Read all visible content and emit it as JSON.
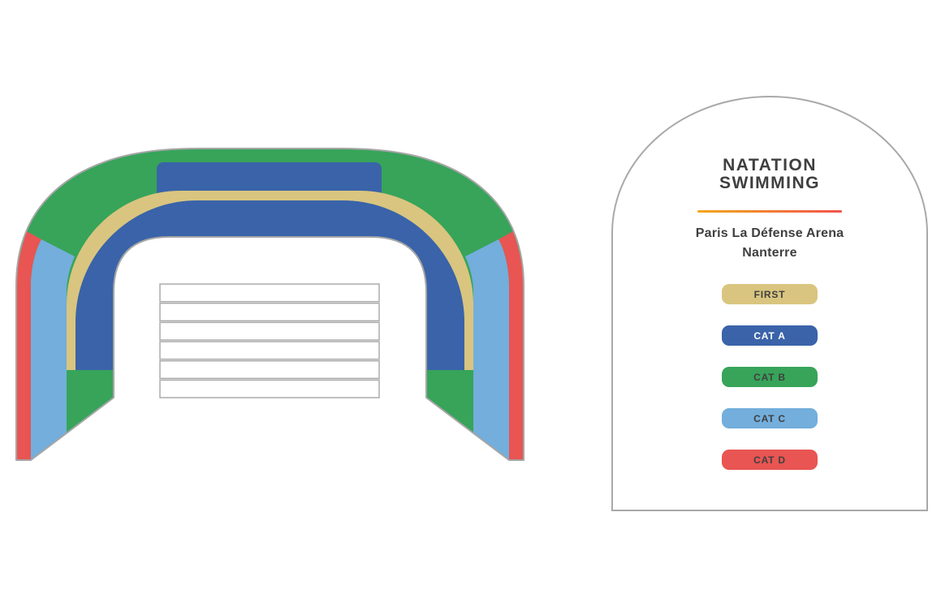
{
  "legend_card": {
    "title_line1": "NATATION",
    "title_line2": "SWIMMING",
    "venue_line1": "Paris La Défense Arena",
    "venue_line2": "Nanterre",
    "divider_colors": [
      "#F2A71B",
      "#F2544E"
    ],
    "categories": [
      {
        "id": "first",
        "label": "FIRST",
        "color": "#D9C57F",
        "text_color": "#3F3F3F"
      },
      {
        "id": "cat-a",
        "label": "CAT A",
        "color": "#3A63A9",
        "text_color": "#FFFFFF"
      },
      {
        "id": "cat-b",
        "label": "CAT B",
        "color": "#37A45A",
        "text_color": "#3F3F3F"
      },
      {
        "id": "cat-c",
        "label": "CAT C",
        "color": "#73AEDC",
        "text_color": "#3F3F3F"
      },
      {
        "id": "cat-d",
        "label": "CAT D",
        "color": "#E85552",
        "text_color": "#3F3F3F"
      }
    ]
  },
  "map": {
    "outline_color": "#A6A6A6",
    "sections": {
      "first": "#D9C57F",
      "cat_a": "#3A63A9",
      "cat_b": "#37A45A",
      "cat_c": "#73AEDC",
      "cat_d": "#E85552"
    },
    "pool": {
      "lanes": 6,
      "fill": "#FFFFFF",
      "border_color": "#ABABAB"
    }
  }
}
